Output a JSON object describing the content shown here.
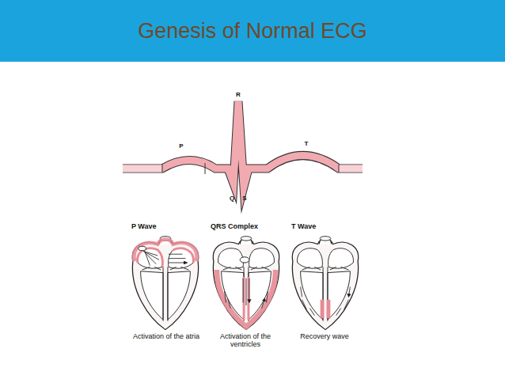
{
  "diagram": {
    "title": "Genesis of Normal ECG",
    "labels": [
      "P",
      "R",
      "Q",
      "S",
      "T",
      "P Wave",
      "QRS Complex",
      "T Wave",
      "Activation of the atria",
      "Activation of the ventricles",
      "Recovery wave"
    ]
  }
}
